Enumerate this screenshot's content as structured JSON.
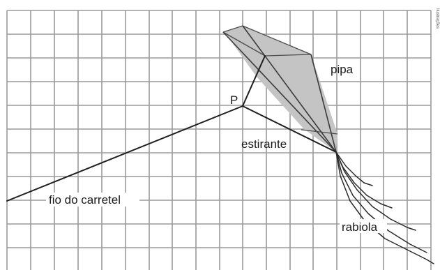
{
  "labels": {
    "point": "P",
    "kite": "pipa",
    "bridle": "estirante",
    "line": "fio do carretel",
    "tail": "rabiola"
  },
  "credit": "Ilustrações",
  "colors": {
    "grid": "#9a9a9a",
    "kite_fill": "#c4c4c4",
    "lines": "#1e1e1e",
    "background": "#ffffff"
  }
}
